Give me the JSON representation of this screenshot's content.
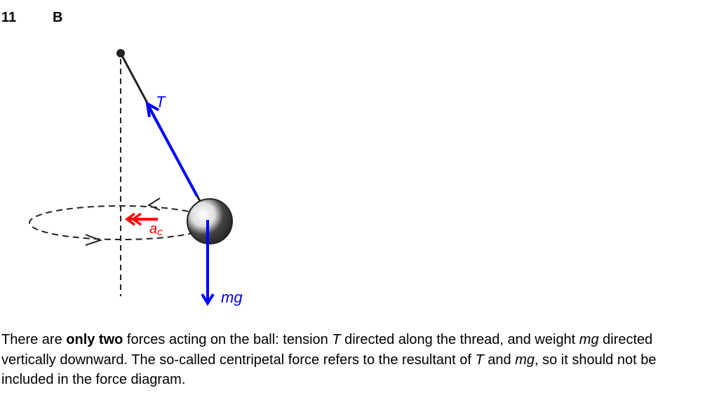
{
  "question": {
    "number": "11",
    "answer": "B"
  },
  "diagram": {
    "labels": {
      "tension": "T",
      "weight": "mg",
      "accel": "a",
      "accel_sub": "c"
    },
    "colors": {
      "force": "#0000ff",
      "acceleration": "#ff0000",
      "line": "#222222"
    }
  },
  "explanation": {
    "p1": "There are ",
    "p2": "only two",
    "p3": " forces acting on the ball: tension ",
    "p4": "T",
    "p5": " directed along the thread, and weight ",
    "p6": "mg",
    "p7": " directed vertically downward. The so-called centripetal force refers to the resultant of ",
    "p8": "T",
    "p9": " and ",
    "p10": "mg",
    "p11": ", so it should not be included in the force diagram."
  }
}
